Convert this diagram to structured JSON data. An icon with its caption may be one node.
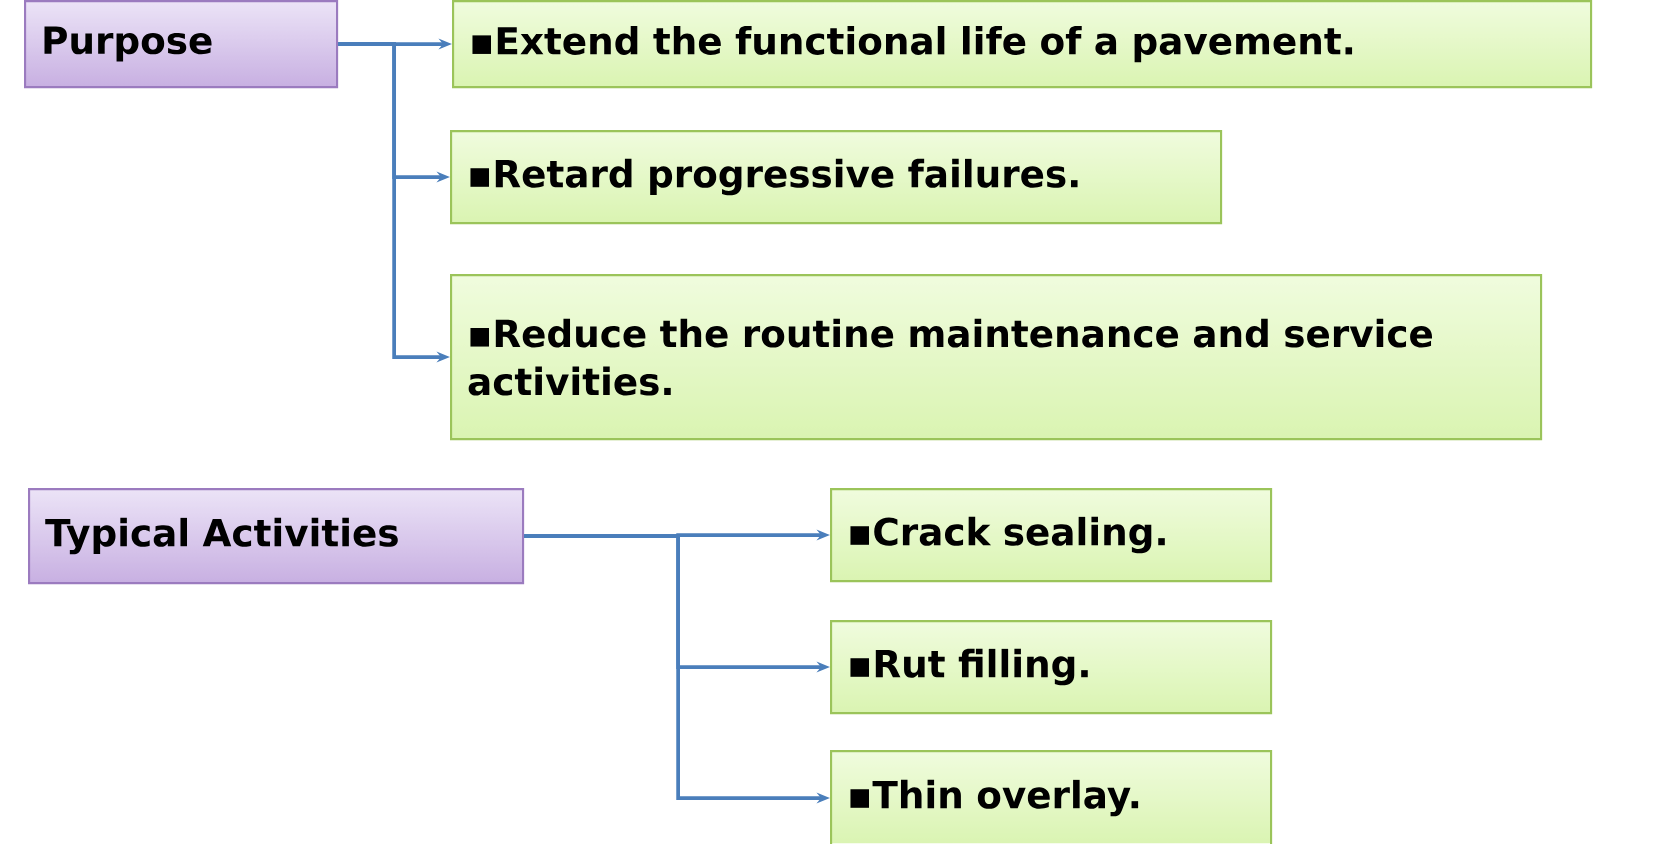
{
  "diagram": {
    "nodes": [
      {
        "text": [
          "Purpose"
        ]
      },
      {
        "text": [
          "▪Extend the functional life of a pavement."
        ]
      },
      {
        "text": [
          "▪Retard progressive failures."
        ]
      },
      {
        "text": [
          "▪Reduce the routine maintenance and service activities."
        ]
      },
      {
        "text": [
          "Typical Activities"
        ]
      },
      {
        "text": [
          "▪Crack sealing."
        ]
      },
      {
        "text": [
          "▪Rut filling."
        ]
      },
      {
        "text": [
          "▪Thin overlay."
        ]
      }
    ],
    "edges": [
      {
        "from": 0,
        "to": 1,
        "arrow": "to"
      },
      {
        "from": 0,
        "to": 2,
        "arrow": "to"
      },
      {
        "from": 0,
        "to": 3,
        "arrow": "to"
      },
      {
        "from": 4,
        "to": 5,
        "arrow": "to"
      },
      {
        "from": 4,
        "to": 6,
        "arrow": "to"
      },
      {
        "from": 4,
        "to": 7,
        "arrow": "to"
      }
    ]
  }
}
